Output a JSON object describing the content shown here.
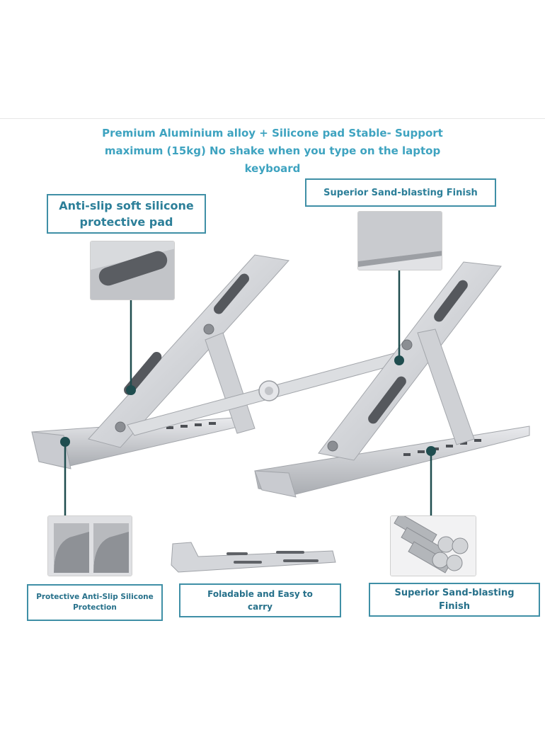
{
  "headline": "Premium Aluminium alloy + Silicone pad Stable- Support\nmaximum (15kg) No shake when you type on the laptop\nkeyboard",
  "callouts": {
    "silicone_pad": "Anti-slip soft silicone\nprotective pad",
    "finish_top": "Superior Sand-blasting Finish",
    "protection": "Protective Anti-Slip Silicone\nProtection",
    "foldable": "Foladable and Easy to\ncarry",
    "finish_bottom": "Superior Sand-blasting\nFinish"
  },
  "colors": {
    "accent_text": "#3ea3c0",
    "callout_border": "#3f8fa6",
    "leader_line": "#1f4d4f",
    "metal": "#d9dbdf"
  }
}
